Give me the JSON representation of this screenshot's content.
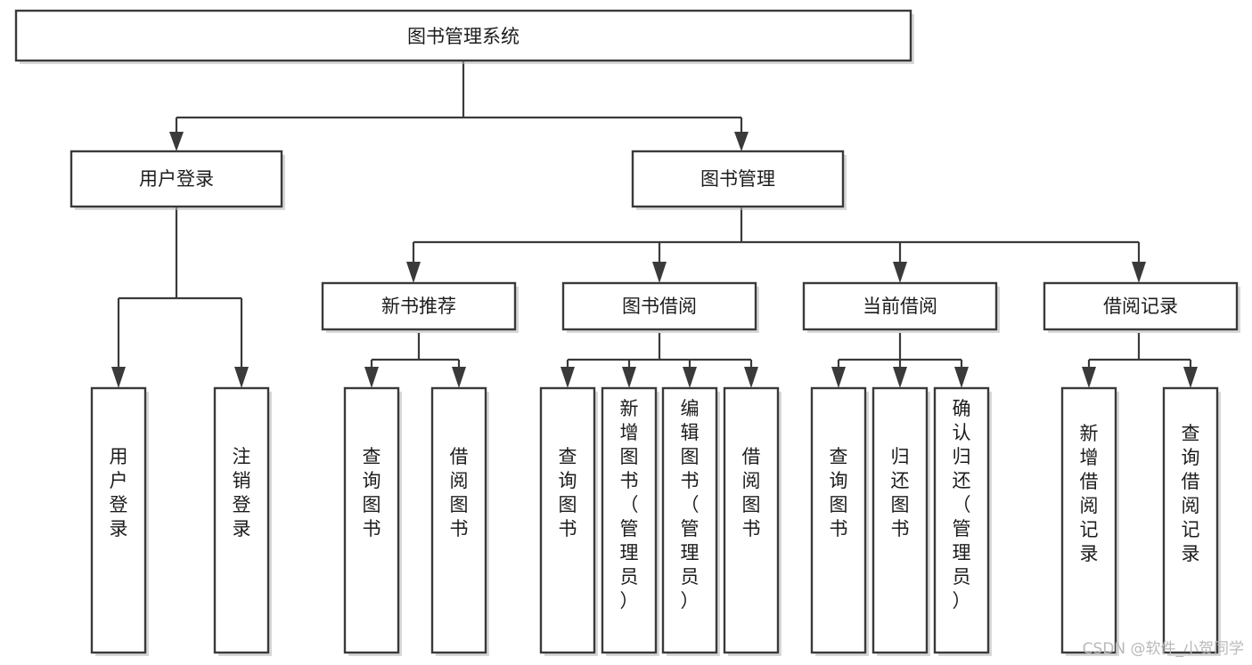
{
  "diagram": {
    "type": "tree-hierarchy-chart",
    "title_node": {
      "id": "root",
      "label": "图书管理系统"
    },
    "level2": [
      {
        "id": "user-login",
        "label": "用户登录"
      },
      {
        "id": "book-manage",
        "label": "图书管理"
      }
    ],
    "level3": [
      {
        "id": "new-book-recommend",
        "label": "新书推荐"
      },
      {
        "id": "book-borrow",
        "label": "图书借阅"
      },
      {
        "id": "current-borrow",
        "label": "当前借阅"
      },
      {
        "id": "borrow-record",
        "label": "借阅记录"
      }
    ],
    "leaves": {
      "user_login": [
        {
          "id": "leaf-user-login",
          "label": "用户登录"
        },
        {
          "id": "leaf-user-logout",
          "label": "注销登录"
        }
      ],
      "new_book_recommend": [
        {
          "id": "leaf-query-book-1",
          "label": "查询图书"
        },
        {
          "id": "leaf-borrow-book-1",
          "label": "借阅图书"
        }
      ],
      "book_borrow": [
        {
          "id": "leaf-query-book-2",
          "label": "查询图书"
        },
        {
          "id": "leaf-add-book",
          "label": "新增图书（管理员）"
        },
        {
          "id": "leaf-edit-book",
          "label": "编辑图书（管理员）"
        },
        {
          "id": "leaf-borrow-book-2",
          "label": "借阅图书"
        }
      ],
      "current_borrow": [
        {
          "id": "leaf-query-book-3",
          "label": "查询图书"
        },
        {
          "id": "leaf-return-book",
          "label": "归还图书"
        },
        {
          "id": "leaf-confirm-return",
          "label": "确认归还（管理员）"
        }
      ],
      "borrow_record": [
        {
          "id": "leaf-add-record",
          "label": "新增借阅记录"
        },
        {
          "id": "leaf-query-record",
          "label": "查询借阅记录"
        }
      ]
    }
  },
  "watermark": {
    "text": "CSDN @软件_小贺同学"
  },
  "colors": {
    "box_stroke": "#3a3a3a",
    "box_fill": "#ffffff",
    "connector": "#3a3a3a",
    "text": "#1c1c1c",
    "watermark": "#b9b9b9",
    "background": "#ffffff"
  }
}
